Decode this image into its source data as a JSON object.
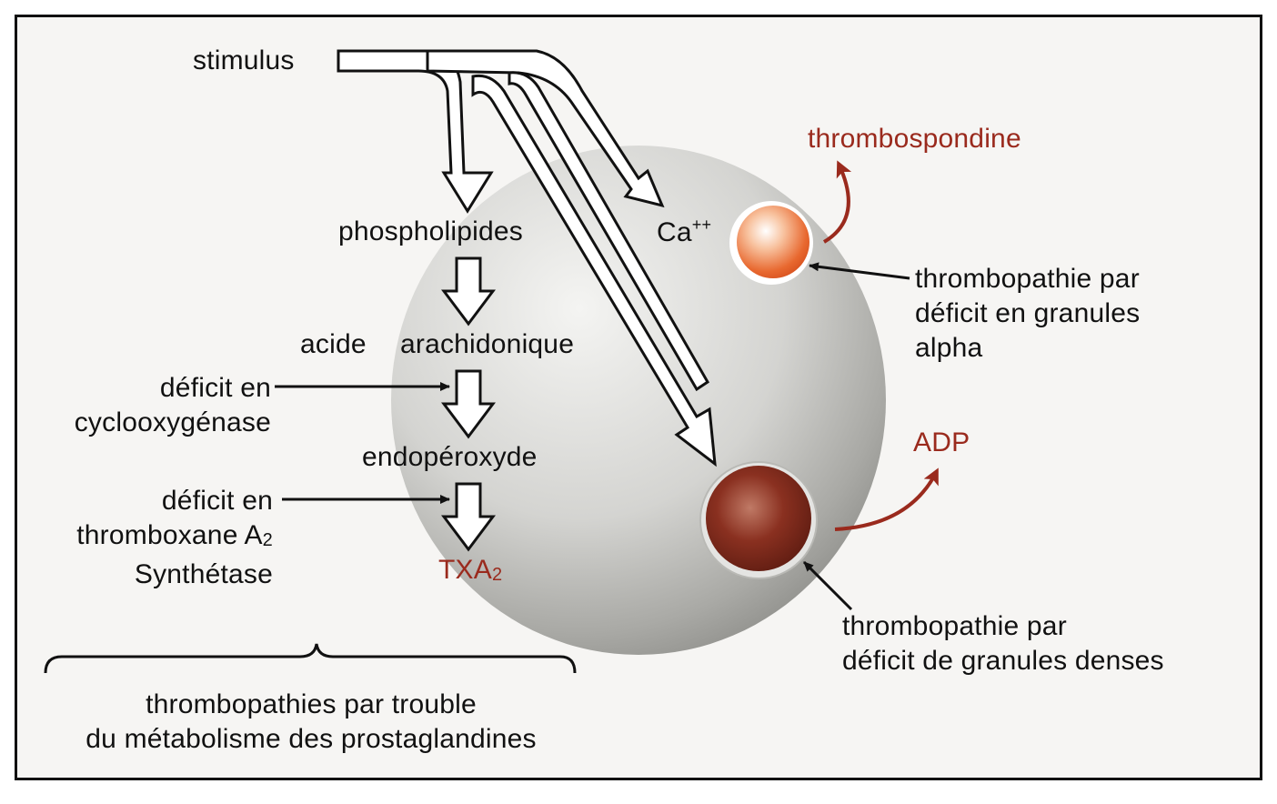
{
  "labels": {
    "stimulus": "stimulus",
    "phospholipides": "phospholipides",
    "acide": "acide",
    "arachidonique": "arachidonique",
    "endoperoxyde": "endopéroxyde",
    "txa_main": "TXA",
    "txa_sub": "2",
    "ca_main": "Ca",
    "ca_sup": "++",
    "thrombospondine": "thrombospondine",
    "adp": "ADP",
    "deficit_cox_line1": "déficit en",
    "deficit_cox_line2": "cyclooxygénase",
    "deficit_txs_line1": "déficit en",
    "deficit_txs_line2_main": "thromboxane A",
    "deficit_txs_line2_sub": "2",
    "deficit_txs_line3": "Synthétase",
    "alpha_line1": "thrombopathie par",
    "alpha_line2": "déficit en granules",
    "alpha_line3": "alpha",
    "dense_line1": "thrombopathie par",
    "dense_line2": "déficit de granules denses",
    "prosta_line1": "thrombopathies par trouble",
    "prosta_line2": "du métabolisme des prostaglandines"
  },
  "colors": {
    "accent_red": "#9a2a1d",
    "platelet": "#c9c9c6",
    "alpha_granule": "#e8682f",
    "dense_granule": "#7a2417"
  }
}
